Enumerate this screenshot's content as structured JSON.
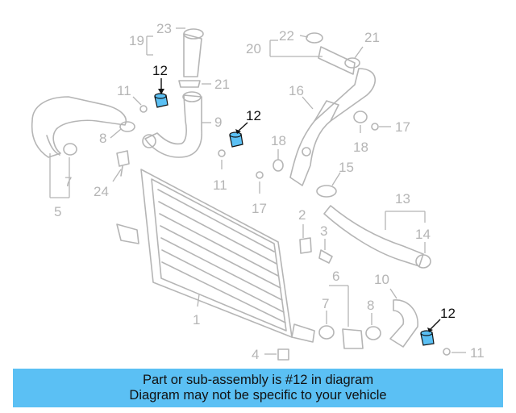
{
  "callouts": {
    "c1": "1",
    "c2": "2",
    "c3": "3",
    "c4": "4",
    "c5": "5",
    "c6": "6",
    "c7a": "7",
    "c7b": "7",
    "c8a": "8",
    "c8b": "8",
    "c9": "9",
    "c10": "10",
    "c11a": "11",
    "c11b": "11",
    "c11c": "11",
    "c12a": "12",
    "c12b": "12",
    "c12c": "12",
    "c13": "13",
    "c14": "14",
    "c15": "15",
    "c16": "16",
    "c17a": "17",
    "c17b": "17",
    "c18a": "18",
    "c18b": "18",
    "c19": "19",
    "c20": "20",
    "c21a": "21",
    "c21b": "21",
    "c22": "22",
    "c23": "23",
    "c24": "24"
  },
  "colors": {
    "highlight": "#5bc0f4",
    "banner": "#5bc0f4",
    "linework": "#b5b5b5",
    "text": "#111111"
  },
  "banner": {
    "line1": "Part or sub-assembly is #12 in diagram",
    "line2": "Diagram may not be specific to your vehicle"
  }
}
